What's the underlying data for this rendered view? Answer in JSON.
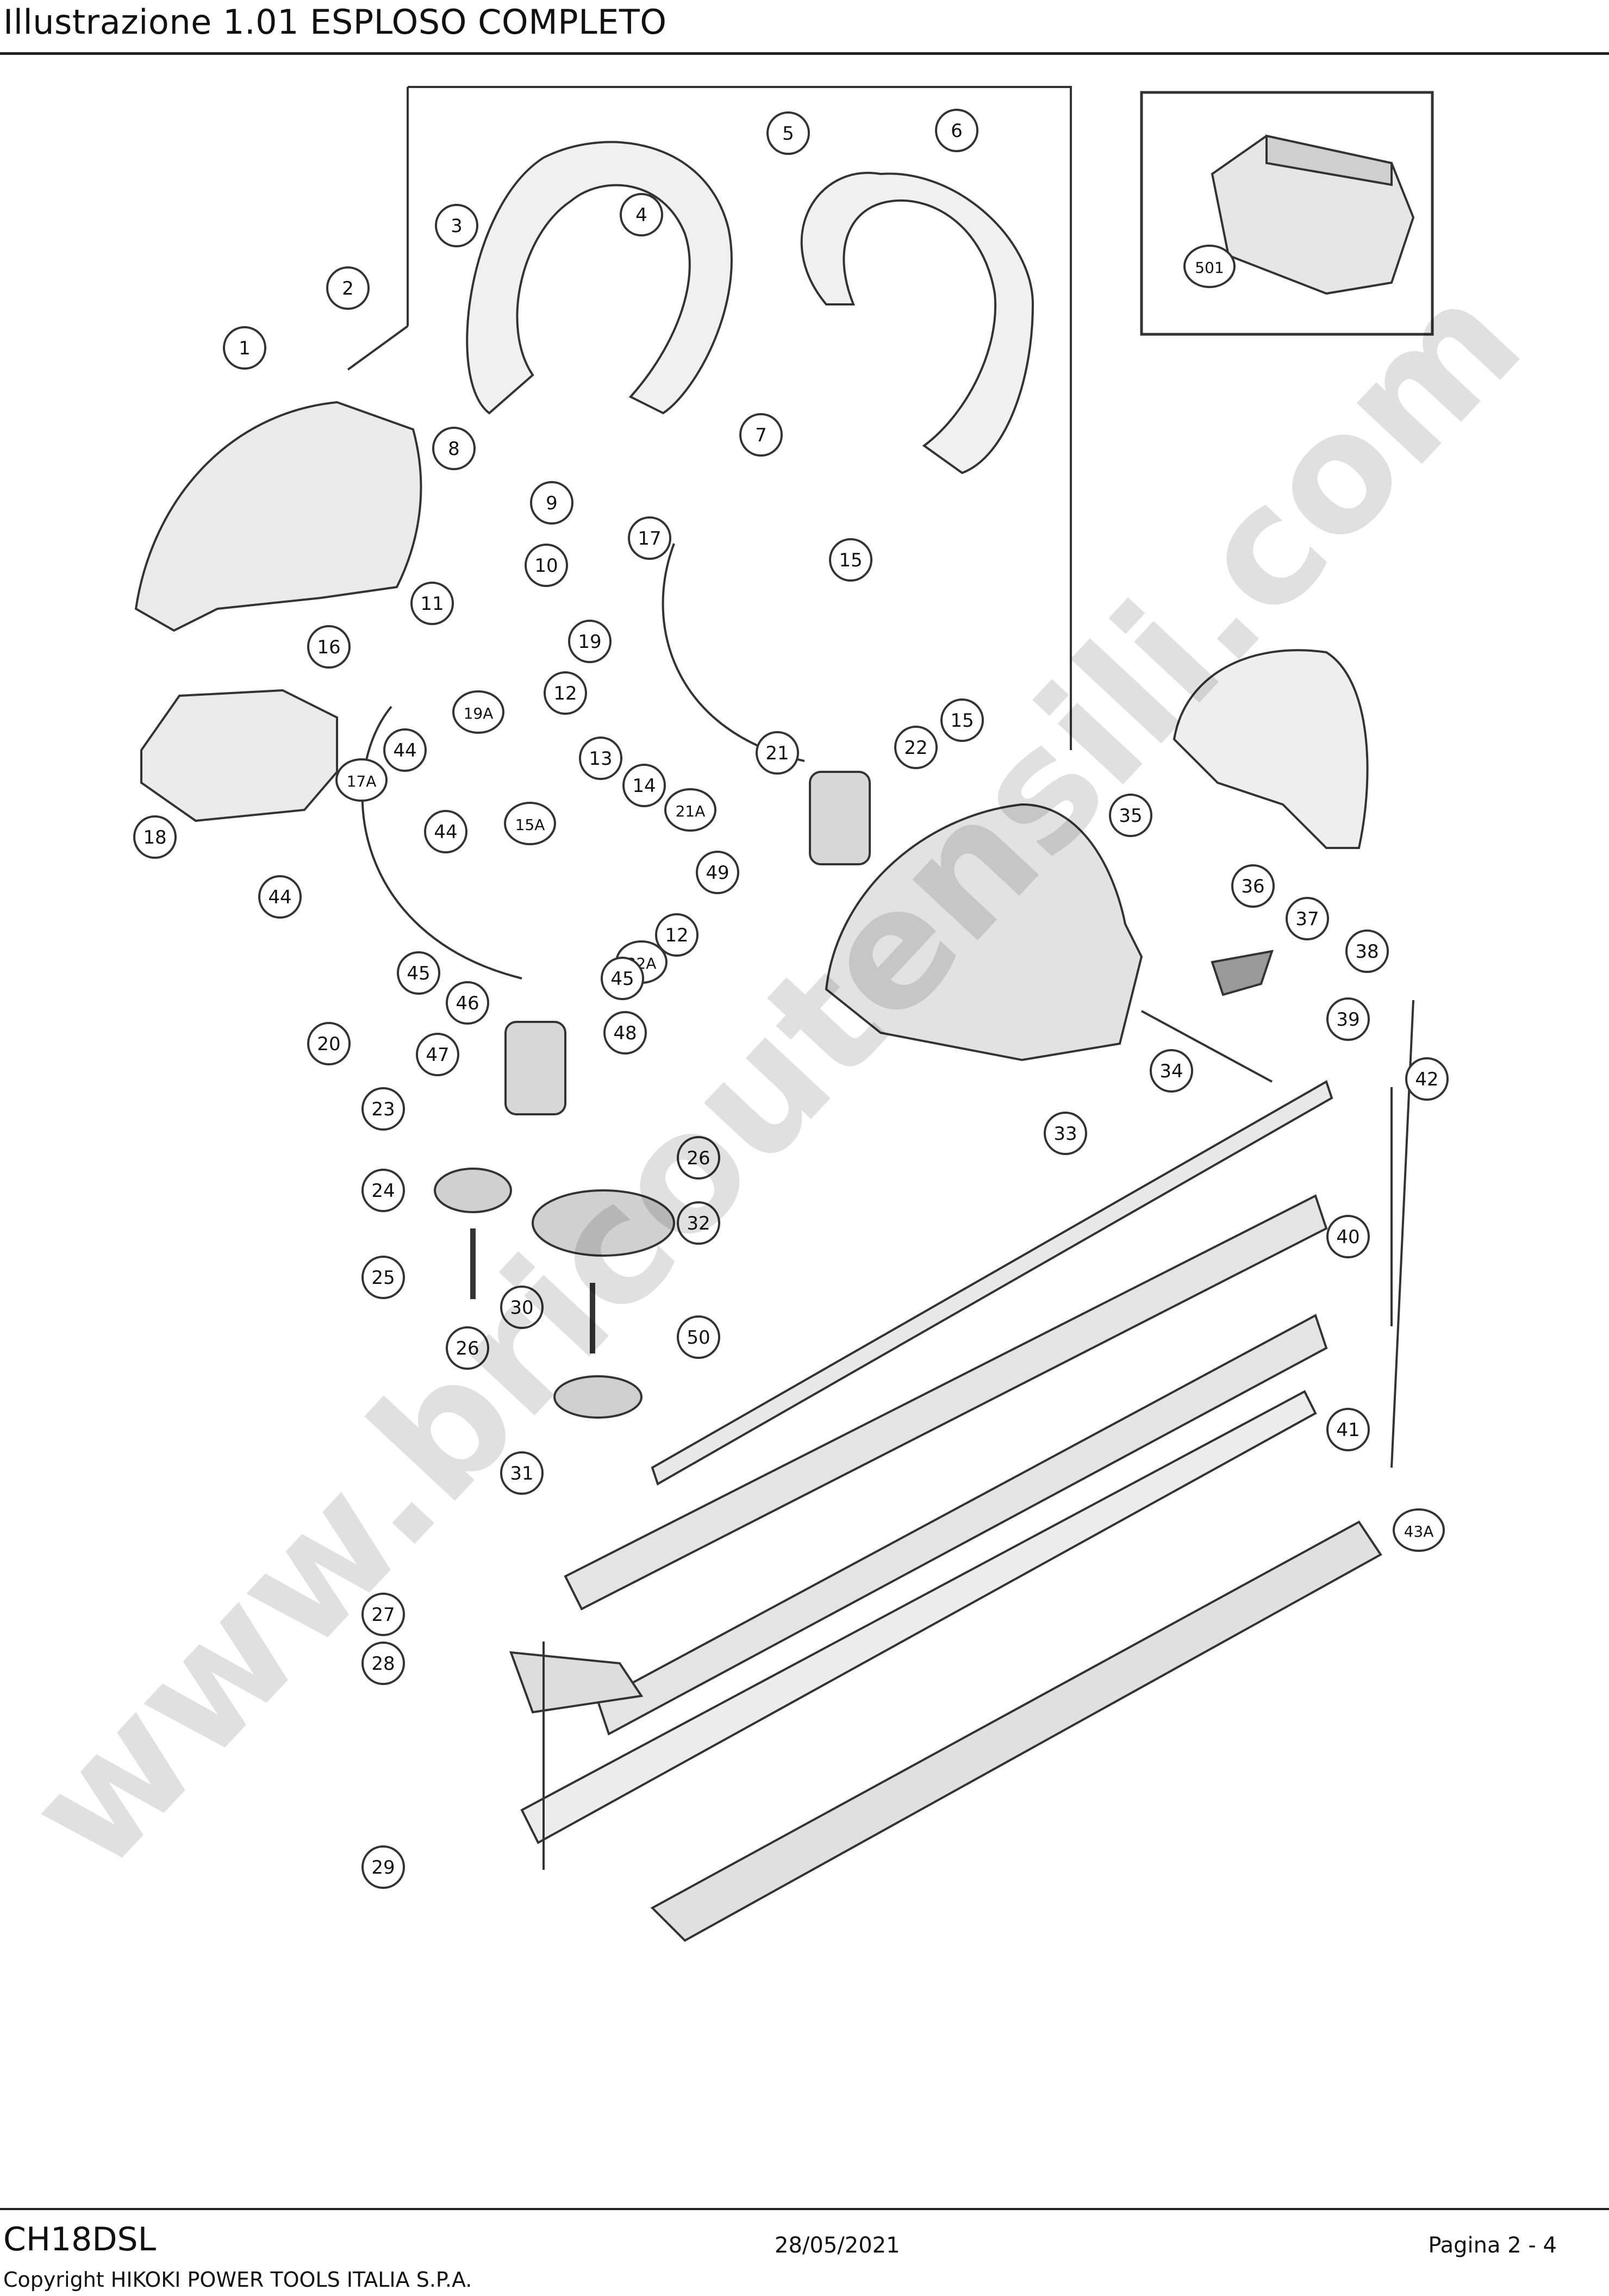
{
  "header": {
    "title": "Illustrazione  1.01 ESPLOSO COMPLETO"
  },
  "footer": {
    "model": "CH18DSL",
    "date": "28/05/2021",
    "page": "Pagina 2 - 4",
    "copyright": "Copyright HIKOKI POWER TOOLS ITALIA S.P.A."
  },
  "watermark": "www.bricoutensili.com",
  "callouts": [
    "1",
    "2",
    "3",
    "4",
    "5",
    "6",
    "7",
    "8",
    "9",
    "10",
    "11",
    "12",
    "13",
    "14",
    "15",
    "15A",
    "16",
    "17",
    "17A",
    "18",
    "19",
    "19A",
    "20",
    "21",
    "21A",
    "22",
    "22A",
    "23",
    "24",
    "25",
    "26",
    "27",
    "28",
    "29",
    "30",
    "31",
    "32",
    "33",
    "34",
    "35",
    "36",
    "37",
    "38",
    "39",
    "40",
    "41",
    "42",
    "43A",
    "44",
    "45",
    "46",
    "47",
    "48",
    "49",
    "50",
    "501"
  ]
}
